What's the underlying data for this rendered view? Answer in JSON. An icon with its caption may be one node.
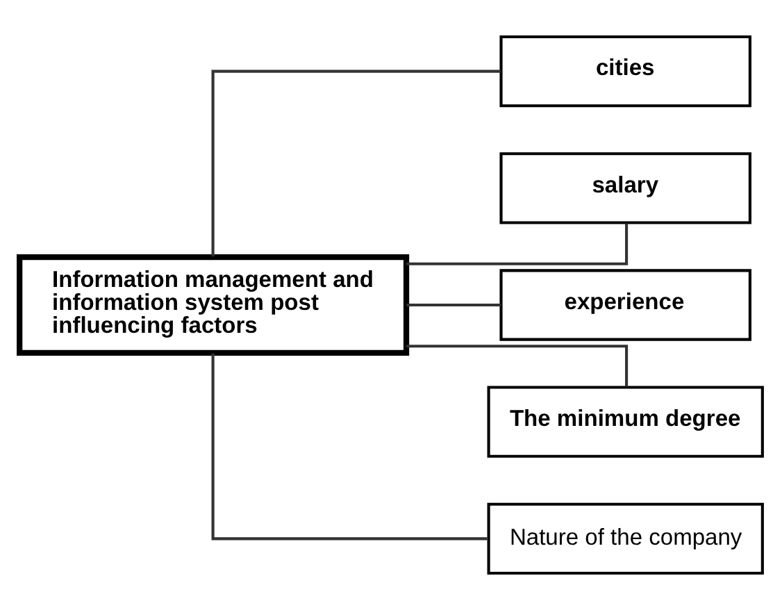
{
  "diagram": {
    "nodes": [
      {
        "text": [
          "Information management and information system post influencing factors"
        ]
      },
      {
        "text": [
          "cities"
        ]
      },
      {
        "text": [
          "salary"
        ]
      },
      {
        "text": [
          "experience"
        ]
      },
      {
        "text": [
          "The minimum degree"
        ]
      },
      {
        "text": [
          "Nature of the company"
        ]
      }
    ],
    "edges": [
      {
        "from": 0,
        "to": 1,
        "arrow": "none"
      },
      {
        "from": 0,
        "to": 2,
        "arrow": "none"
      },
      {
        "from": 0,
        "to": 3,
        "arrow": "none"
      },
      {
        "from": 0,
        "to": 4,
        "arrow": "none"
      },
      {
        "from": 0,
        "to": 5,
        "arrow": "none"
      }
    ]
  }
}
